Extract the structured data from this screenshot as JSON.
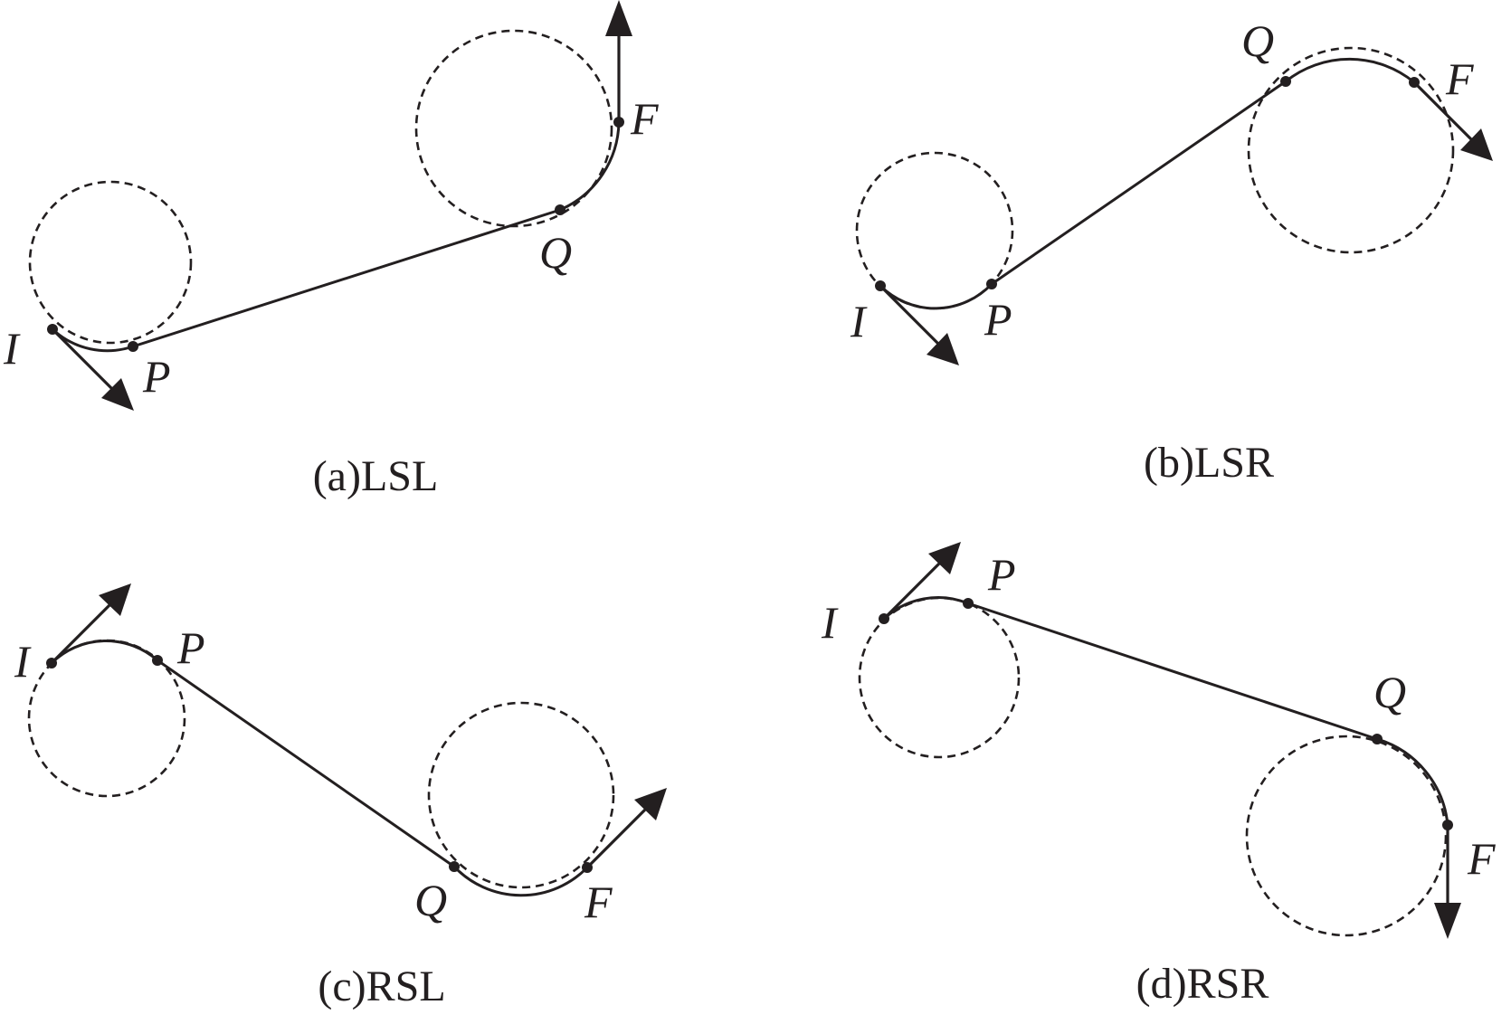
{
  "panels": [
    {
      "id": "a",
      "caption": "(a)LSL",
      "labels": {
        "I": "I",
        "P": "P",
        "Q": "Q",
        "F": "F"
      }
    },
    {
      "id": "b",
      "caption": "(b)LSR",
      "labels": {
        "I": "I",
        "P": "P",
        "Q": "Q",
        "F": "F"
      }
    },
    {
      "id": "c",
      "caption": "(c)RSL",
      "labels": {
        "I": "I",
        "P": "P",
        "Q": "Q",
        "F": "F"
      }
    },
    {
      "id": "d",
      "caption": "(d)RSR",
      "labels": {
        "I": "I",
        "P": "P",
        "Q": "Q",
        "F": "F"
      }
    }
  ]
}
